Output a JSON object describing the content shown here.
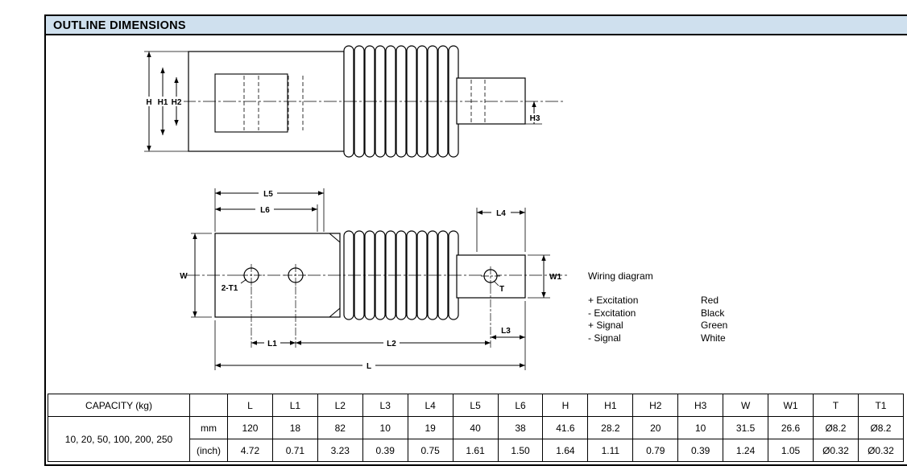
{
  "title_bar": {
    "title": "OUTLINE DIMENSIONS"
  },
  "drawing": {
    "side_view": {
      "labels": {
        "h": "H",
        "h1": "H1",
        "h2": "H2",
        "h3": "H3"
      }
    },
    "plan_view": {
      "labels": {
        "l": "L",
        "l1": "L1",
        "l2": "L2",
        "l3": "L3",
        "l4": "L4",
        "l5": "L5",
        "l6": "L6",
        "w": "W",
        "w1": "W1",
        "t": "T",
        "t1": "2-T1"
      }
    },
    "wiring": {
      "title": "Wiring diagram",
      "rows": [
        {
          "signal": "+ Excitation",
          "color": "Red"
        },
        {
          "signal": "- Excitation",
          "color": "Black"
        },
        {
          "signal": "+ Signal",
          "color": "Green"
        },
        {
          "signal": "- Signal",
          "color": "White"
        }
      ]
    }
  },
  "table": {
    "capacity_header": "CAPACITY (kg)",
    "capacity_value": "10, 20, 50, 100, 200, 250",
    "dimension_columns": [
      "L",
      "L1",
      "L2",
      "L3",
      "L4",
      "L5",
      "L6",
      "H",
      "H1",
      "H2",
      "H3",
      "W",
      "W1",
      "T",
      "T1"
    ],
    "rows": [
      {
        "unit": "mm",
        "values": [
          "120",
          "18",
          "82",
          "10",
          "19",
          "40",
          "38",
          "41.6",
          "28.2",
          "20",
          "10",
          "31.5",
          "26.6",
          "Ø8.2",
          "Ø8.2"
        ]
      },
      {
        "unit": "(inch)",
        "values": [
          "4.72",
          "0.71",
          "3.23",
          "0.39",
          "0.75",
          "1.61",
          "1.50",
          "1.64",
          "1.11",
          "0.79",
          "0.39",
          "1.24",
          "1.05",
          "Ø0.32",
          "Ø0.32"
        ]
      }
    ]
  },
  "colors": {
    "title_bg": "#cfe0ee",
    "border": "#000000"
  }
}
